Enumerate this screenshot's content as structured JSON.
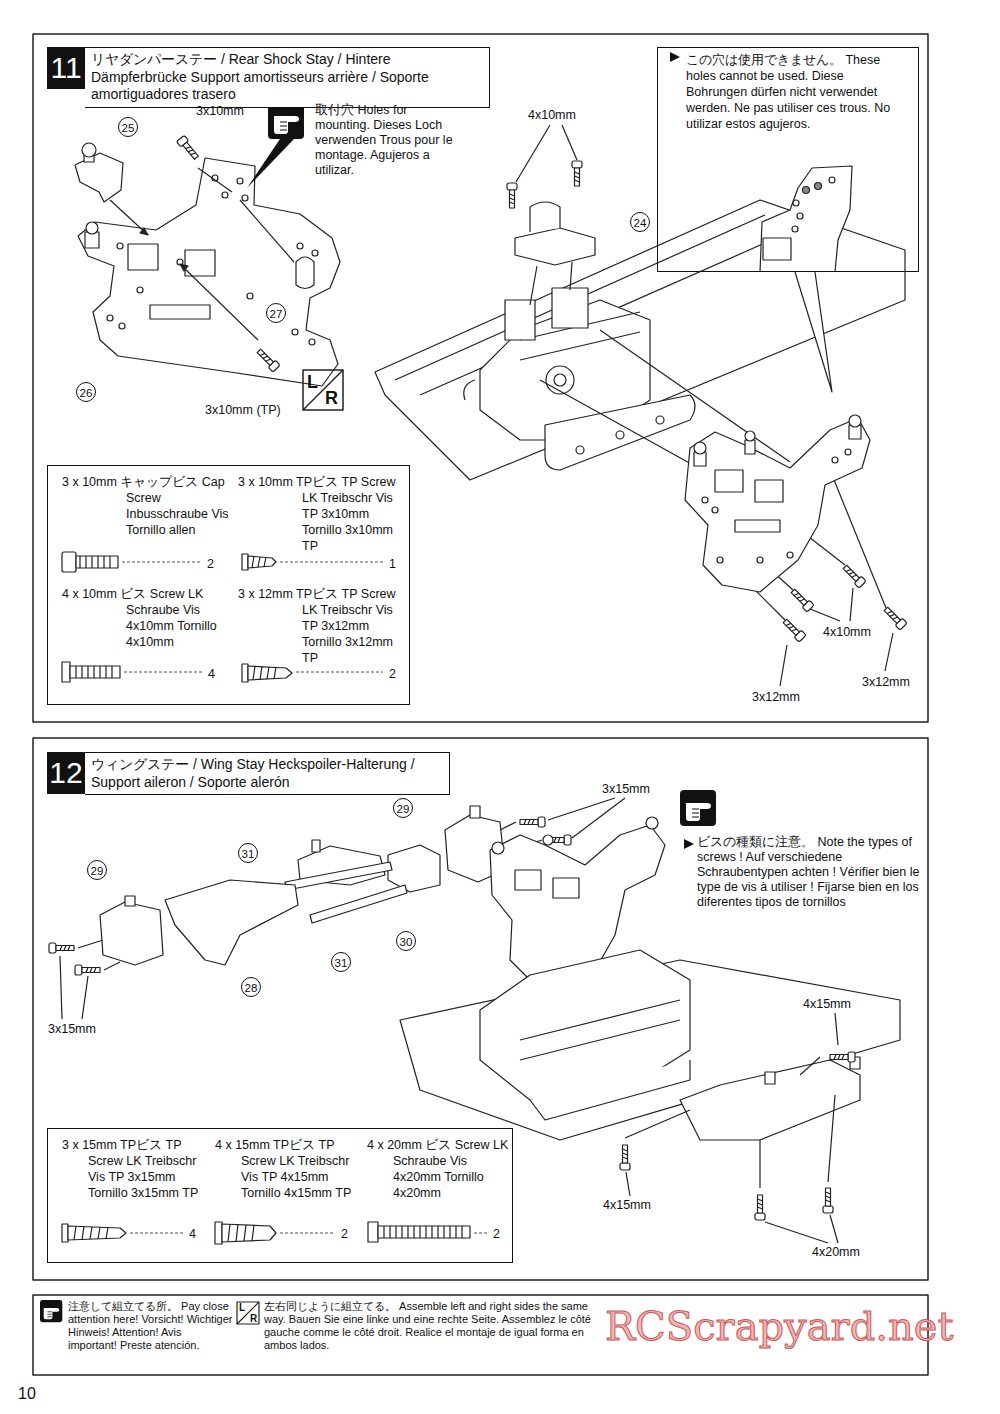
{
  "diagram": {
    "nodes": [
      {
        "text": [
          "11"
        ]
      },
      {
        "text": [
          "リヤダンパーステー / Rear Shock Stay / Hintere Dämpferbrücke Support amortisseurs arrière / Soporte amortiguadores trasero"
        ]
      },
      {
        "text": [
          "この穴は使用できません。 These holes cannot be used. Diese Bohrungen dürfen nicht verwendet werden. Ne pas utiliser ces trous. No utilizar estos agujeros."
        ]
      },
      {
        "text": [
          "3 x 10mm キャップビス Cap Screw Inbusschraube Vis Tornillo allen",
          "2",
          "3 x 10mm TPビス TP Screw LK Treibschr Vis TP 3x10mm Tornillo 3x10mm TP",
          "1",
          "4 x 10mm ビス Screw LK Schraube Vis 4x10mm Tornillo 4x10mm",
          "4",
          "3 x 12mm TPビス TP Screw LK Treibschr Vis TP 3x12mm Tornillo 3x12mm TP",
          "2"
        ]
      },
      {
        "text": [
          "12"
        ]
      },
      {
        "text": [
          "ウィングステー / Wing Stay Heckspoiler-Halterung / Support aileron / Soporte alerón"
        ]
      },
      {
        "text": [
          "3 x 15mm TPビス TP Screw LK Treibschr Vis TP 3x15mm Tornillo 3x15mm TP",
          "4",
          "4 x 15mm TPビス TP Screw LK Treibschr Vis TP 4x15mm Tornillo 4x15mm TP",
          "2",
          "4 x 20mm ビス Screw LK Schraube Vis 4x20mm Tornillo 4x20mm",
          "2"
        ]
      }
    ],
    "labels": [
      "25",
      "3x10mm",
      "取付穴 Holes for mounting. Dieses Loch verwenden Trous pour le montage. Agujeros a utilizar.",
      "27",
      "26",
      "3x10mm (TP)",
      "L",
      "R",
      "4x10mm",
      "24",
      "4x10mm",
      "3x12mm",
      "3x12mm",
      "3x15mm",
      "29",
      "31",
      "29",
      "30",
      "31",
      "28",
      "3x15mm",
      "ビスの種類に注意。 Note the types of screws ! Auf verschiedene Schraubentypen achten ! Vérifier bien le type de vis à utiliser ! Fijarse bien en los diferentes tipos de tornillos",
      "4x15mm",
      "4x15mm",
      "4x20mm",
      "L",
      "R",
      "10",
      "RCScrapyard.net"
    ],
    "legend": [
      {
        "text": "注意して組立てる所。 Pay close attention here! Vorsicht! Wichtiger Hinweis! Attention! Avis important! Preste atención."
      },
      {
        "text": "左右同じように組立てる。 Assemble left and right sides the same way. Bauen Sie eine linke und eine rechte Seite. Assemblez le côté gauche comme le côté droit. Realice el montaje de igual forma en ambos lados."
      }
    ]
  }
}
